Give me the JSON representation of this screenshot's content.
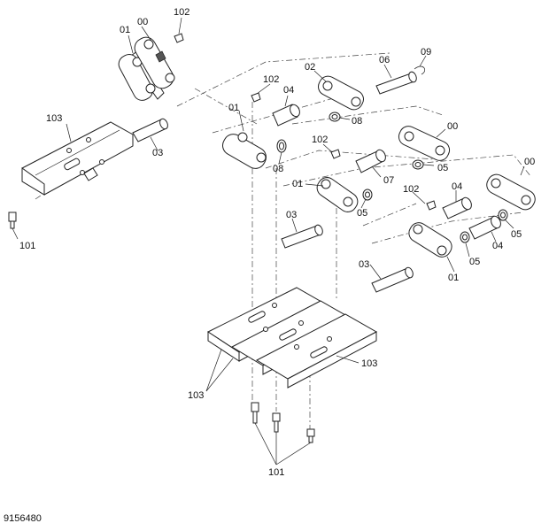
{
  "labels": {
    "p00": "00",
    "p01": "01",
    "p02": "02",
    "p03": "03",
    "p04": "04",
    "p05": "05",
    "p06": "06",
    "p07": "07",
    "p08": "08",
    "p09": "09",
    "p101": "101",
    "p102": "102",
    "p103": "103"
  },
  "drawing_number": "9156480"
}
